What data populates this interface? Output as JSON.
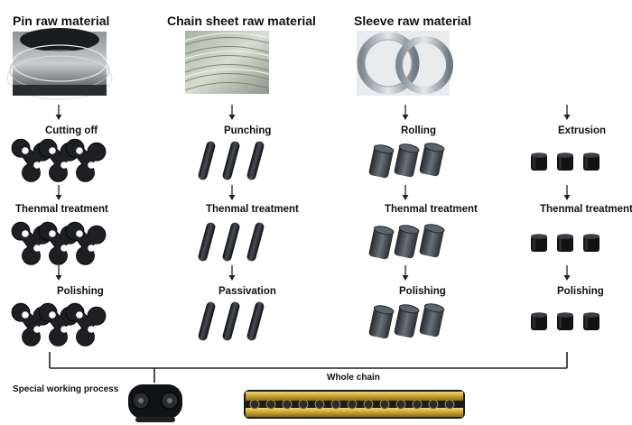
{
  "columns": [
    {
      "title": "Pin raw material",
      "material_image": "steel-wire-coil",
      "part_icon": "link-plate-icon",
      "steps": [
        "Cutting off",
        "Thenmal treatment",
        "Polishing"
      ]
    },
    {
      "title": "Chain sheet raw material",
      "material_image": "wire-bundle",
      "part_icon": "pin-rod-icon",
      "steps": [
        "Punching",
        "Thenmal treatment",
        "Passivation"
      ]
    },
    {
      "title": "Sleeve raw material",
      "material_image": "steel-strip-coil",
      "part_icon": "sleeve-icon",
      "steps": [
        "Rolling",
        "Thenmal treatment",
        "Polishing"
      ]
    },
    {
      "title": "",
      "material_image": "",
      "part_icon": "roller-icon",
      "steps": [
        "Extrusion",
        "Thenmal treatment",
        "Polishing"
      ]
    }
  ],
  "bottom": {
    "special_process_label": "Special working process",
    "whole_chain_label": "Whole chain",
    "single_link_image": "chain-link-icon",
    "whole_chain_image": "gold-chain-strip"
  },
  "colors": {
    "part_dark": "#1c1e22",
    "part_mid": "#3a3e46",
    "sleeve_gray": "#4a5058",
    "chain_gold": "#c9a233"
  }
}
